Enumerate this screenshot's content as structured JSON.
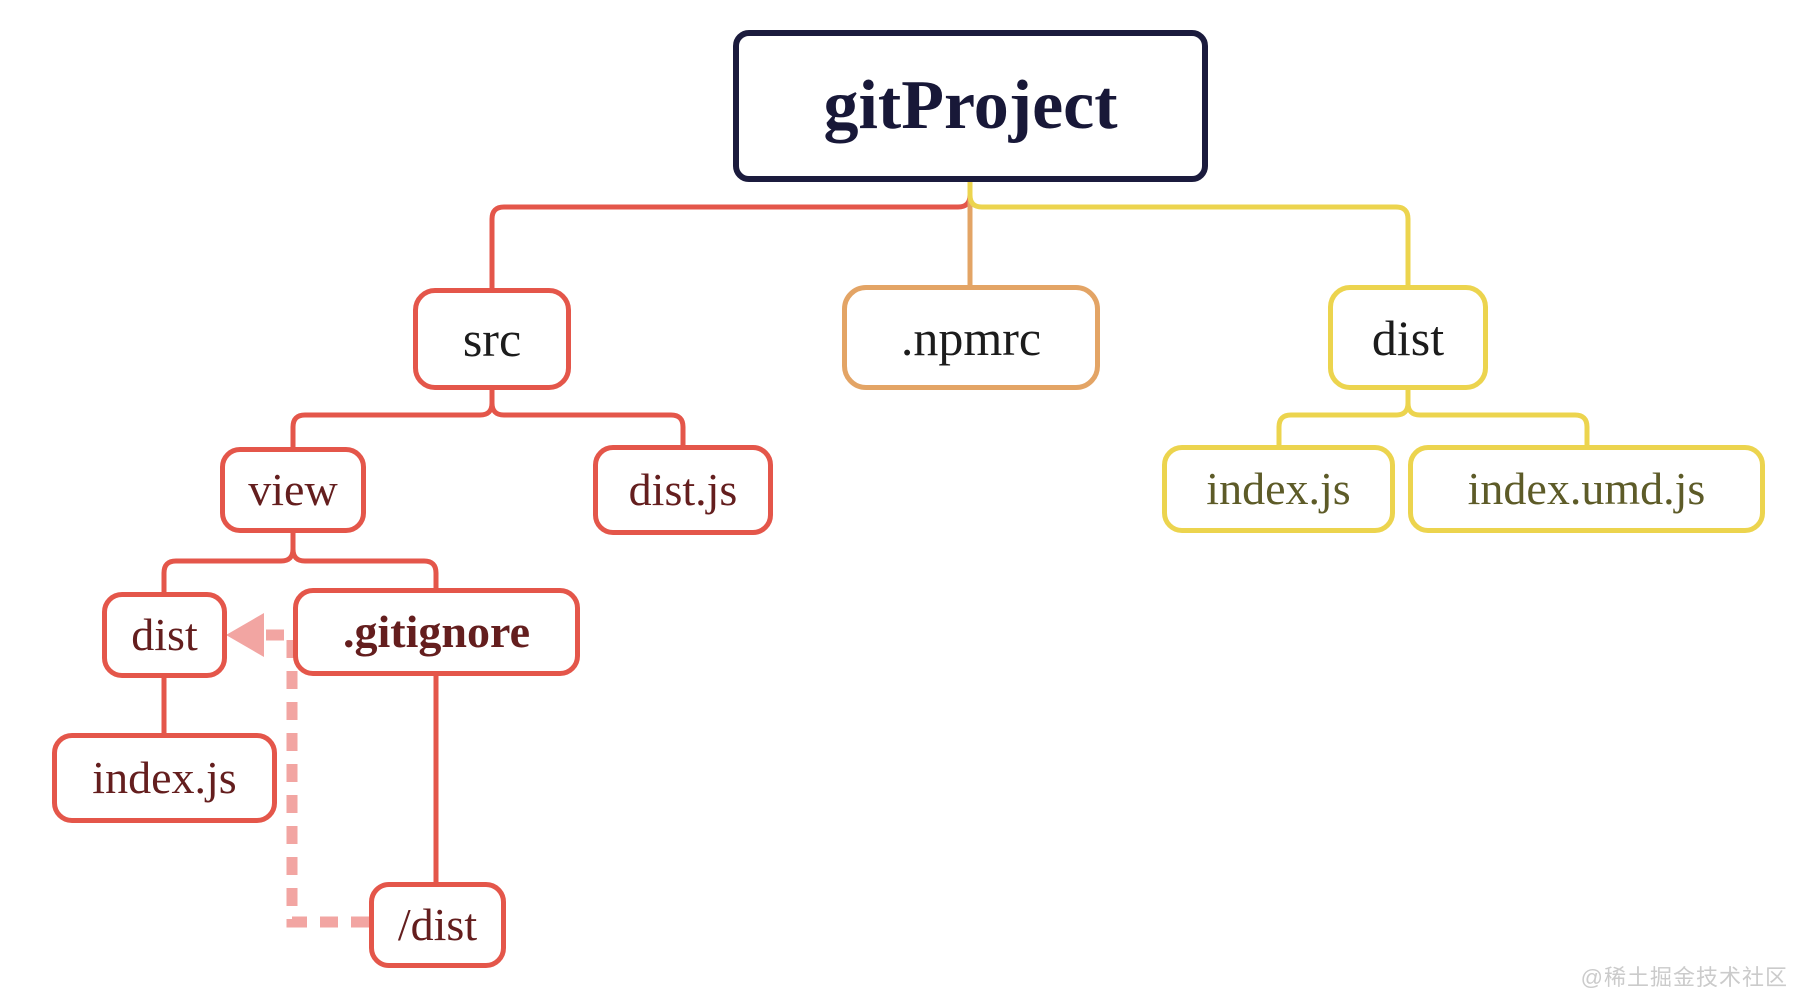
{
  "diagram": {
    "kind": "mindmap-tree",
    "nodes": [
      {
        "id": "root",
        "label": "gitProject",
        "border_role": "root_navy",
        "text_role": "text_navy",
        "bold": true
      },
      {
        "id": "src",
        "label": "src",
        "border_role": "branch_red",
        "text_role": "text_black",
        "bold": false
      },
      {
        "id": "npmrc",
        "label": ".npmrc",
        "border_role": "branch_orange",
        "text_role": "text_black",
        "bold": false
      },
      {
        "id": "dist_build",
        "label": "dist",
        "border_role": "branch_yellow",
        "text_role": "text_black",
        "bold": false
      },
      {
        "id": "view",
        "label": "view",
        "border_role": "branch_red",
        "text_role": "text_maroon",
        "bold": false
      },
      {
        "id": "dist_js",
        "label": "dist.js",
        "border_role": "branch_red",
        "text_role": "text_maroon",
        "bold": false
      },
      {
        "id": "dist_folder",
        "label": "dist",
        "border_role": "branch_red",
        "text_role": "text_maroon",
        "bold": false
      },
      {
        "id": "gitignore",
        "label": ".gitignore",
        "border_role": "branch_red",
        "text_role": "text_maroon",
        "bold": true
      },
      {
        "id": "index_js_src",
        "label": "index.js",
        "border_role": "branch_red",
        "text_role": "text_maroon",
        "bold": false
      },
      {
        "id": "dist_rule",
        "label": "/dist",
        "border_role": "branch_red",
        "text_role": "text_maroon",
        "bold": false
      },
      {
        "id": "index_js_build",
        "label": "index.js",
        "border_role": "branch_yellow",
        "text_role": "text_olive",
        "bold": false
      },
      {
        "id": "index_umd_js",
        "label": "index.umd.js",
        "border_role": "branch_yellow",
        "text_role": "text_olive",
        "bold": false
      }
    ],
    "edges": [
      {
        "from": "root",
        "to": "src",
        "color_role": "branch_red"
      },
      {
        "from": "src",
        "to": "view",
        "color_role": "branch_red"
      },
      {
        "from": "src",
        "to": "dist_js",
        "color_role": "branch_red"
      },
      {
        "from": "view",
        "to": "dist_folder",
        "color_role": "branch_red"
      },
      {
        "from": "view",
        "to": "gitignore",
        "color_role": "branch_red"
      },
      {
        "from": "dist_folder",
        "to": "index_js_src",
        "color_role": "branch_red"
      },
      {
        "from": "gitignore",
        "to": "dist_rule",
        "color_role": "branch_red"
      },
      {
        "from": "root",
        "to": "npmrc",
        "color_role": "branch_orange"
      },
      {
        "from": "root",
        "to": "dist_build",
        "color_role": "branch_yellow"
      },
      {
        "from": "dist_build",
        "to": "index_js_build",
        "color_role": "branch_yellow"
      },
      {
        "from": "dist_build",
        "to": "index_umd_js",
        "color_role": "branch_yellow"
      }
    ],
    "reference_arrow": {
      "from": "dist_rule",
      "to": "dist_folder",
      "style": "dashed",
      "color_role": "arrow_pink"
    },
    "colors": {
      "root_navy": "#1b1b3d",
      "branch_red": "#e4564a",
      "branch_orange": "#e3a465",
      "branch_yellow": "#ecd44e",
      "text_navy": "#181838",
      "text_black": "#1c1c1c",
      "text_maroon": "#641e1e",
      "text_olive": "#5d5b28",
      "arrow_pink": "#f2a5a2",
      "watermark_gray": "#cbcbcb",
      "background": "#ffffff"
    },
    "watermark": "@稀土掘金技术社区"
  }
}
